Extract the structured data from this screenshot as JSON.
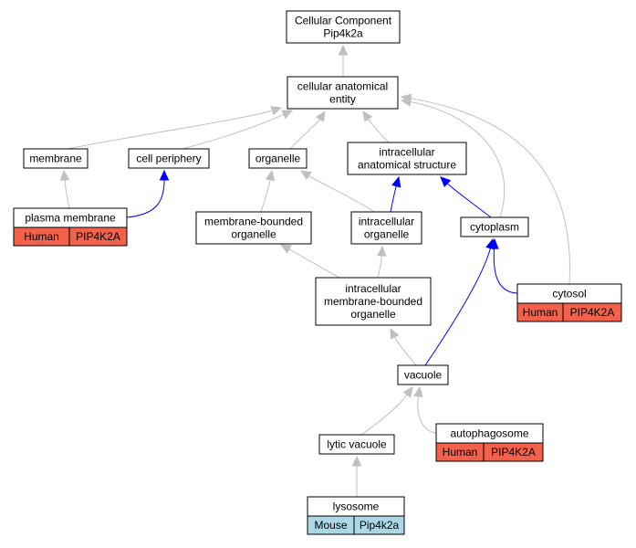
{
  "colors": {
    "gray_edge": "#c0c0c0",
    "blue_edge": "#0000ff",
    "human_cell": "#f4614a",
    "mouse_cell": "#acd8e6",
    "node_fill": "#ffffff",
    "border": "#000000"
  },
  "nodes": [
    {
      "id": "root",
      "lines": [
        "Cellular Component",
        "Pip4k2a"
      ]
    },
    {
      "id": "cae",
      "lines": [
        "cellular anatomical",
        "entity"
      ]
    },
    {
      "id": "membrane",
      "lines": [
        "membrane"
      ]
    },
    {
      "id": "cellperiph",
      "lines": [
        "cell periphery"
      ]
    },
    {
      "id": "organelle",
      "lines": [
        "organelle"
      ]
    },
    {
      "id": "ias",
      "lines": [
        "intracellular",
        "anatomical structure"
      ]
    },
    {
      "id": "pm",
      "lines": [
        "plasma membrane"
      ],
      "cells": [
        {
          "label": "Human",
          "kind": "human"
        },
        {
          "label": "PIP4K2A",
          "kind": "human"
        }
      ]
    },
    {
      "id": "mbo",
      "lines": [
        "membrane-bounded",
        "organelle"
      ]
    },
    {
      "id": "io",
      "lines": [
        "intracellular",
        "organelle"
      ]
    },
    {
      "id": "cyto",
      "lines": [
        "cytoplasm"
      ]
    },
    {
      "id": "cytosol",
      "lines": [
        "cytosol"
      ],
      "cells": [
        {
          "label": "Human",
          "kind": "human"
        },
        {
          "label": "PIP4K2A",
          "kind": "human"
        }
      ]
    },
    {
      "id": "imbo",
      "lines": [
        "intracellular",
        "membrane-bounded",
        "organelle"
      ]
    },
    {
      "id": "vacuole",
      "lines": [
        "vacuole"
      ]
    },
    {
      "id": "autoph",
      "lines": [
        "autophagosome"
      ],
      "cells": [
        {
          "label": "Human",
          "kind": "human"
        },
        {
          "label": "PIP4K2A",
          "kind": "human"
        }
      ]
    },
    {
      "id": "lytic",
      "lines": [
        "lytic vacuole"
      ]
    },
    {
      "id": "lysosome",
      "lines": [
        "lysosome"
      ],
      "cells": [
        {
          "label": "Mouse",
          "kind": "mouse"
        },
        {
          "label": "Pip4k2a",
          "kind": "mouse"
        }
      ]
    }
  ],
  "edges": [
    {
      "from": "cae",
      "to": "root",
      "kind": "gray"
    },
    {
      "from": "membrane",
      "to": "cae",
      "kind": "gray"
    },
    {
      "from": "cellperiph",
      "to": "cae",
      "kind": "gray"
    },
    {
      "from": "organelle",
      "to": "cae",
      "kind": "gray"
    },
    {
      "from": "ias",
      "to": "cae",
      "kind": "gray"
    },
    {
      "from": "cyto",
      "to": "cae",
      "kind": "gray"
    },
    {
      "from": "cytosol",
      "to": "cae",
      "kind": "gray"
    },
    {
      "from": "pm",
      "to": "membrane",
      "kind": "gray"
    },
    {
      "from": "pm",
      "to": "cellperiph",
      "kind": "blue"
    },
    {
      "from": "mbo",
      "to": "organelle",
      "kind": "gray"
    },
    {
      "from": "io",
      "to": "organelle",
      "kind": "gray"
    },
    {
      "from": "io",
      "to": "ias",
      "kind": "blue"
    },
    {
      "from": "cyto",
      "to": "ias",
      "kind": "blue"
    },
    {
      "from": "cytosol",
      "to": "cyto",
      "kind": "blue"
    },
    {
      "from": "imbo",
      "to": "mbo",
      "kind": "gray"
    },
    {
      "from": "imbo",
      "to": "io",
      "kind": "gray"
    },
    {
      "from": "vacuole",
      "to": "imbo",
      "kind": "gray"
    },
    {
      "from": "vacuole",
      "to": "cyto",
      "kind": "blue"
    },
    {
      "from": "lytic",
      "to": "vacuole",
      "kind": "gray"
    },
    {
      "from": "autoph",
      "to": "vacuole",
      "kind": "gray"
    },
    {
      "from": "lysosome",
      "to": "lytic",
      "kind": "gray"
    }
  ]
}
